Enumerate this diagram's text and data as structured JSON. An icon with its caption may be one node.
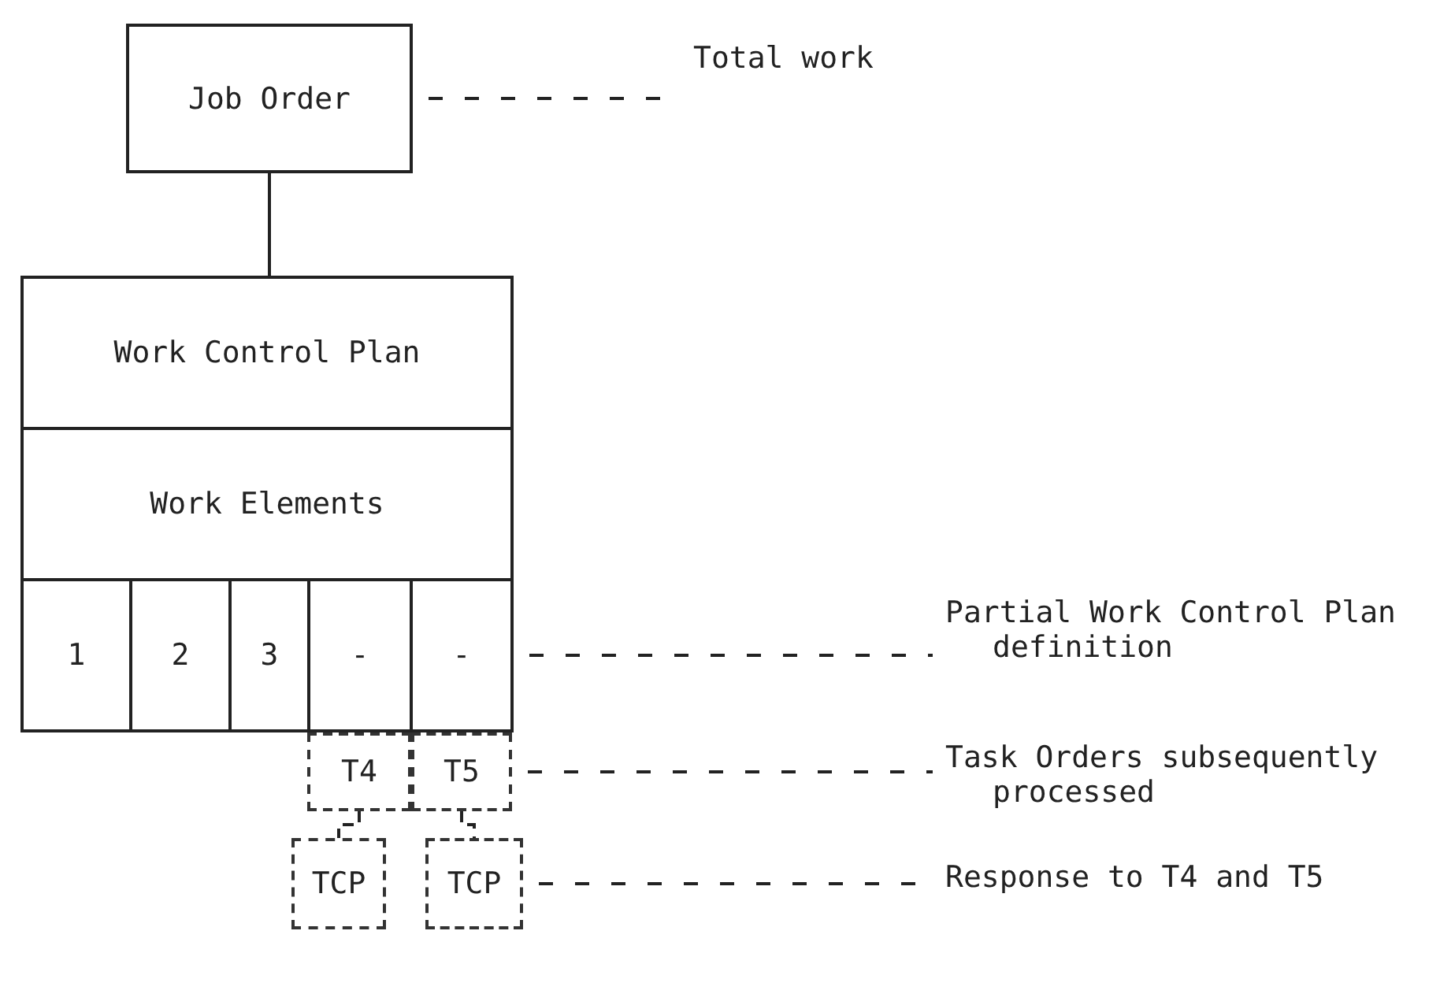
{
  "diagram": {
    "nodes": [
      {
        "text": [
          "Job Order"
        ]
      },
      {
        "text": [
          "Work Control Plan"
        ]
      },
      {
        "text": [
          "Work Elements"
        ]
      },
      {
        "text": [
          "1"
        ]
      },
      {
        "text": [
          "2"
        ]
      },
      {
        "text": [
          "3"
        ]
      },
      {
        "text": [
          "-"
        ]
      },
      {
        "text": [
          "-"
        ]
      },
      {
        "text": [
          "T4"
        ]
      },
      {
        "text": [
          "T5"
        ]
      },
      {
        "text": [
          "TCP"
        ]
      },
      {
        "text": [
          "TCP"
        ]
      },
      {
        "text": [
          "Total work"
        ]
      },
      {
        "text": [
          "Partial Work Control Plan definition"
        ]
      },
      {
        "text": [
          "Task Orders subsequently processed"
        ]
      },
      {
        "text": [
          "Response to T4 and T5"
        ]
      }
    ],
    "edges": [
      {
        "from": 0,
        "to": 1,
        "arrow": "none"
      },
      {
        "from": 0,
        "to": 12,
        "arrow": "none",
        "style": "dashed"
      },
      {
        "from": 7,
        "to": 13,
        "arrow": "none",
        "style": "dashed"
      },
      {
        "from": 9,
        "to": 14,
        "arrow": "none",
        "style": "dashed"
      },
      {
        "from": 11,
        "to": 15,
        "arrow": "none",
        "style": "dashed"
      },
      {
        "from": 8,
        "to": 10,
        "arrow": "none",
        "style": "dashed"
      },
      {
        "from": 9,
        "to": 11,
        "arrow": "none",
        "style": "dashed"
      }
    ]
  }
}
